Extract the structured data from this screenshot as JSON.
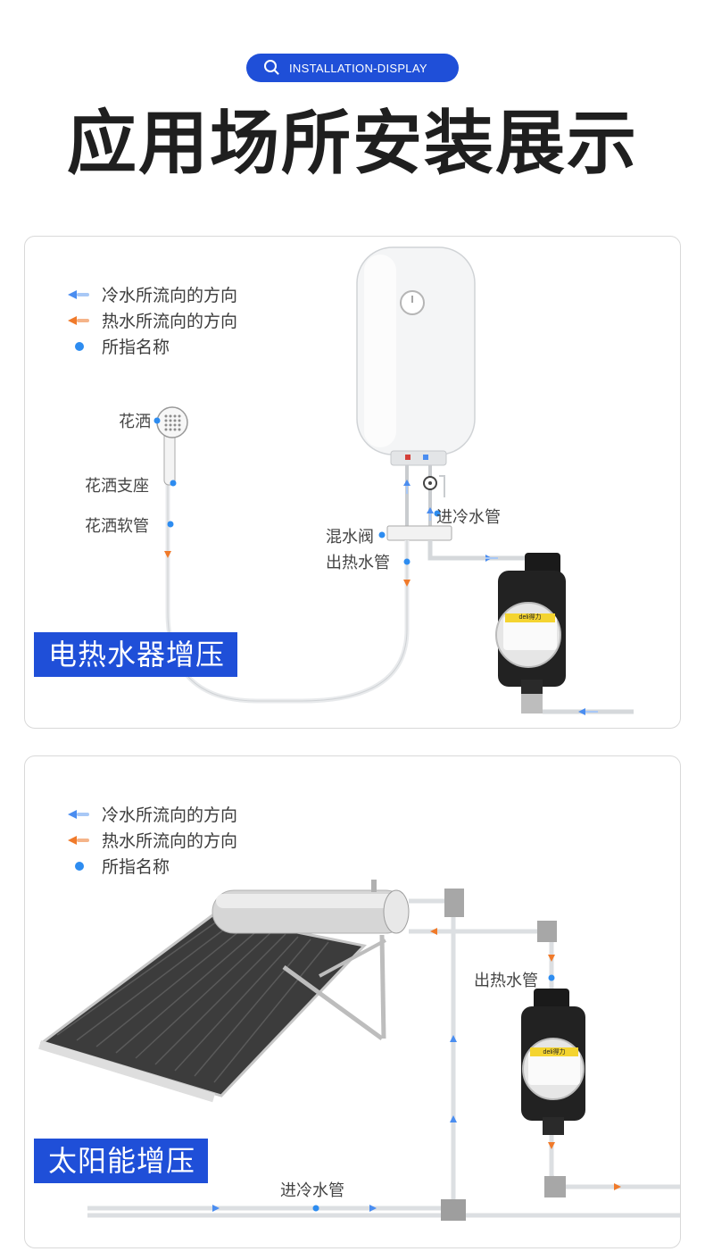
{
  "header": {
    "badge_text": "INSTALLATION-DISPLAY",
    "title": "应用场所安装展示"
  },
  "colors": {
    "brand_blue": "#1f4fd8",
    "cold_arrow": "#4a8df0",
    "hot_arrow": "#f07a2a",
    "point_dot": "#2d8cf0"
  },
  "legend": {
    "cold": "冷水所流向的方向",
    "hot": "热水所流向的方向",
    "point": "所指名称"
  },
  "panel_electric": {
    "tag": "电热水器增压",
    "labels": {
      "shower": "花洒",
      "shower_base": "花洒支座",
      "shower_hose": "花洒软管",
      "cold_in_pipe": "进冷水管",
      "mixing_valve": "混水阀",
      "hot_out_pipe": "出热水管"
    },
    "pump_brand": "deli得力"
  },
  "panel_solar": {
    "tag": "太阳能增压",
    "labels": {
      "hot_out_pipe": "出热水管",
      "cold_in_pipe": "进冷水管"
    },
    "pump_brand": "deli得力"
  }
}
